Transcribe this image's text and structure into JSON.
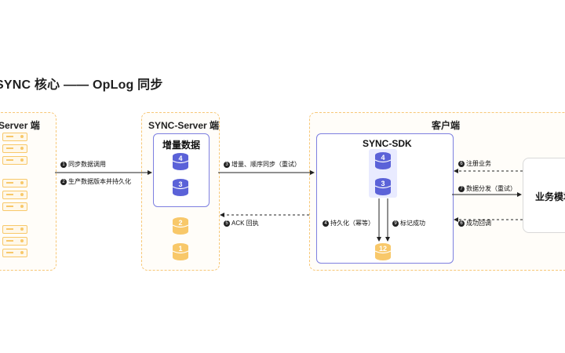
{
  "title": "SYNC 核心 —— OpLog 同步",
  "zones": {
    "biz_server": "Biz-Server 端",
    "sync_server": "SYNC-Server 端",
    "client": "客户端"
  },
  "boxes": {
    "incremental_data": "增量数据",
    "sync_sdk": "SYNC-SDK",
    "business_module": "业务模块"
  },
  "edges": {
    "e1": {
      "num": "1",
      "text": "同步数据调用"
    },
    "e2": {
      "num": "2",
      "text": "生产数据版本并持久化"
    },
    "e3": {
      "num": "3",
      "text": "增量、顺序同步（重试）"
    },
    "e4": {
      "num": "4",
      "text": "持久化（幂等）"
    },
    "e5": {
      "num": "5",
      "text": "ACK 回执"
    },
    "e6a": {
      "num": "6",
      "text": "注册业务"
    },
    "e6b": {
      "num": "6",
      "text": "成功回调"
    },
    "e7": {
      "num": "7",
      "text": "数据分发（重试）"
    },
    "e9": {
      "num": "9",
      "text": "标记成功"
    }
  },
  "databases": {
    "server_purple_top": "4",
    "server_purple_bottom": "3",
    "server_yellow_top": "2",
    "server_yellow_bottom": "1",
    "sdk_top": "4",
    "sdk_bottom": "3",
    "sdk_store": "12"
  },
  "colors": {
    "zone_border": "#f7c776",
    "purple": "#5b62d8",
    "yellow": "#f8c86a",
    "arrow": "#222222"
  }
}
